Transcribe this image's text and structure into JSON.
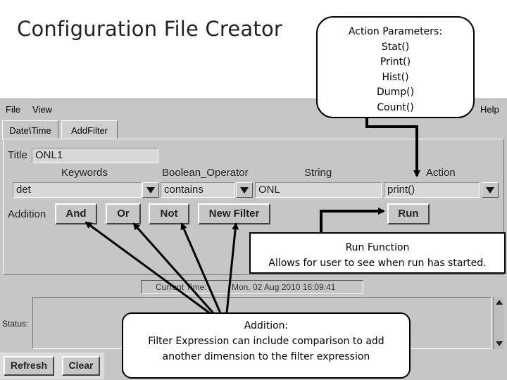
{
  "slide_title": "Configuration File Creator",
  "menubar": {
    "file": "File",
    "view": "View",
    "help": "Help"
  },
  "tabs": [
    "Date\\Time",
    "AddFilter"
  ],
  "filter": {
    "title_label": "Title",
    "title_value": "ONL1",
    "headers": {
      "keywords": "Keywords",
      "boolean_operator": "Boolean_Operator",
      "string": "String",
      "action": "Action"
    },
    "keywords_value": "det",
    "boolean_value": "contains",
    "string_value": "ONL",
    "action_value": "print()",
    "addition_label": "Addition",
    "buttons": {
      "and": "And",
      "or": "Or",
      "not": "Not",
      "new_filter": "New Filter",
      "run": "Run"
    }
  },
  "time": {
    "label": "Current Time:",
    "value": "Mon, 02 Aug 2010 16:09:41"
  },
  "status_label": "Status:",
  "bottom_buttons": {
    "refresh": "Refresh",
    "clear": "Clear"
  },
  "callouts": {
    "action_params": [
      "Action Parameters:",
      "Stat()",
      "Print()",
      "Hist()",
      "Dump()",
      "Count()"
    ],
    "run_function": [
      "Run Function",
      "Allows for user to see when run has started."
    ],
    "addition": [
      "Addition:",
      "Filter Expression can  include comparison to add",
      "another dimension to the filter expression"
    ]
  }
}
